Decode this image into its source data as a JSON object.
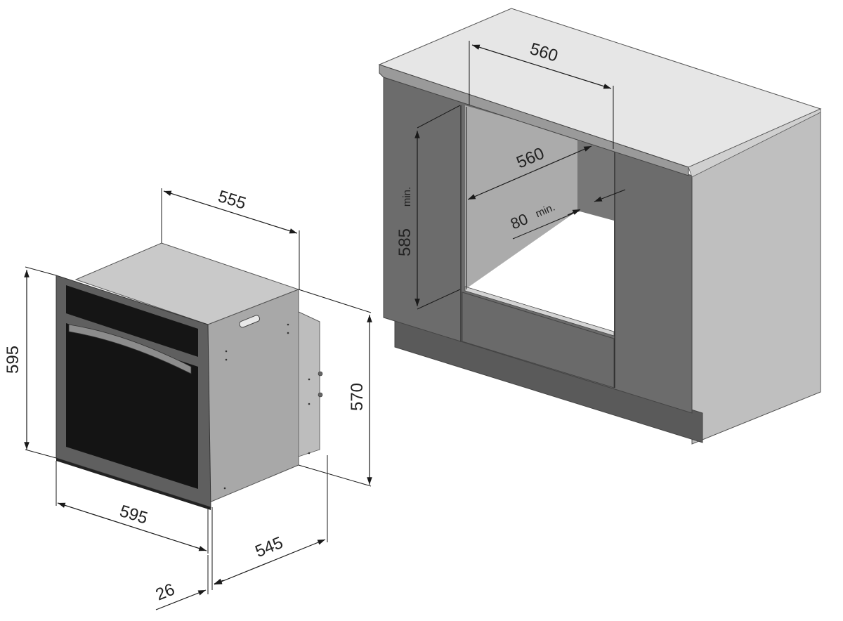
{
  "oven": {
    "width_label": "595",
    "height_label": "595",
    "body_width_label": "555",
    "body_height_label": "570",
    "depth_label": "545",
    "front_thickness_label": "26"
  },
  "cabinet": {
    "top_width_label": "560",
    "niche_width_label": "560",
    "niche_height_label": "585",
    "niche_height_suffix": "min.",
    "vent_gap_label": "80",
    "vent_gap_suffix": "min."
  },
  "colors": {
    "cabinet_front": "#6e6e6e",
    "cabinet_side": "#bdbdbd",
    "countertop": "#e6e6e6",
    "niche_back": "#aaaaaa",
    "oven_glass": "#151515",
    "oven_frame": "#5e5e5e",
    "oven_body_side": "#a7a7a7",
    "oven_body_top": "#c8c8c8"
  }
}
